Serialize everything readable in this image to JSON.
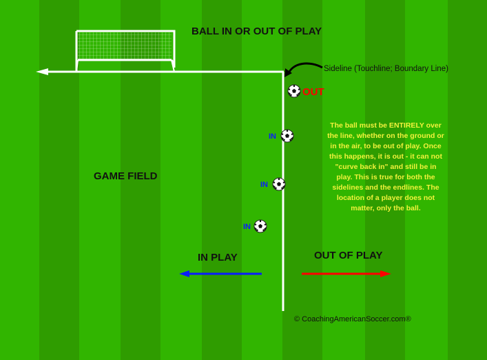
{
  "title": "BALL IN OR OUT OF PLAY",
  "labels": {
    "sideline": "Sideline (Touchline; Boundary Line)",
    "out": "OUT",
    "in": "IN",
    "game_field": "GAME FIELD",
    "in_play": "IN PLAY",
    "out_of_play": "OUT OF PLAY"
  },
  "rule_text": "The ball must be ENTIRELY over the line, whether on the ground or in the air, to be out of play. Once this happens, it is out - it can not \"curve back in\" and still be in play. This is true for both the sidelines and the endlines. The location of a player does not matter, only the ball.",
  "copyright": "© CoachingAmericanSoccer.com®",
  "colors": {
    "grass_light": "#31b500",
    "grass_dark": "#2f9c00",
    "line": "#ffffff",
    "in_arrow": "#0a1cff",
    "out_arrow": "#ff0000",
    "rule_text": "#f2f23c"
  }
}
